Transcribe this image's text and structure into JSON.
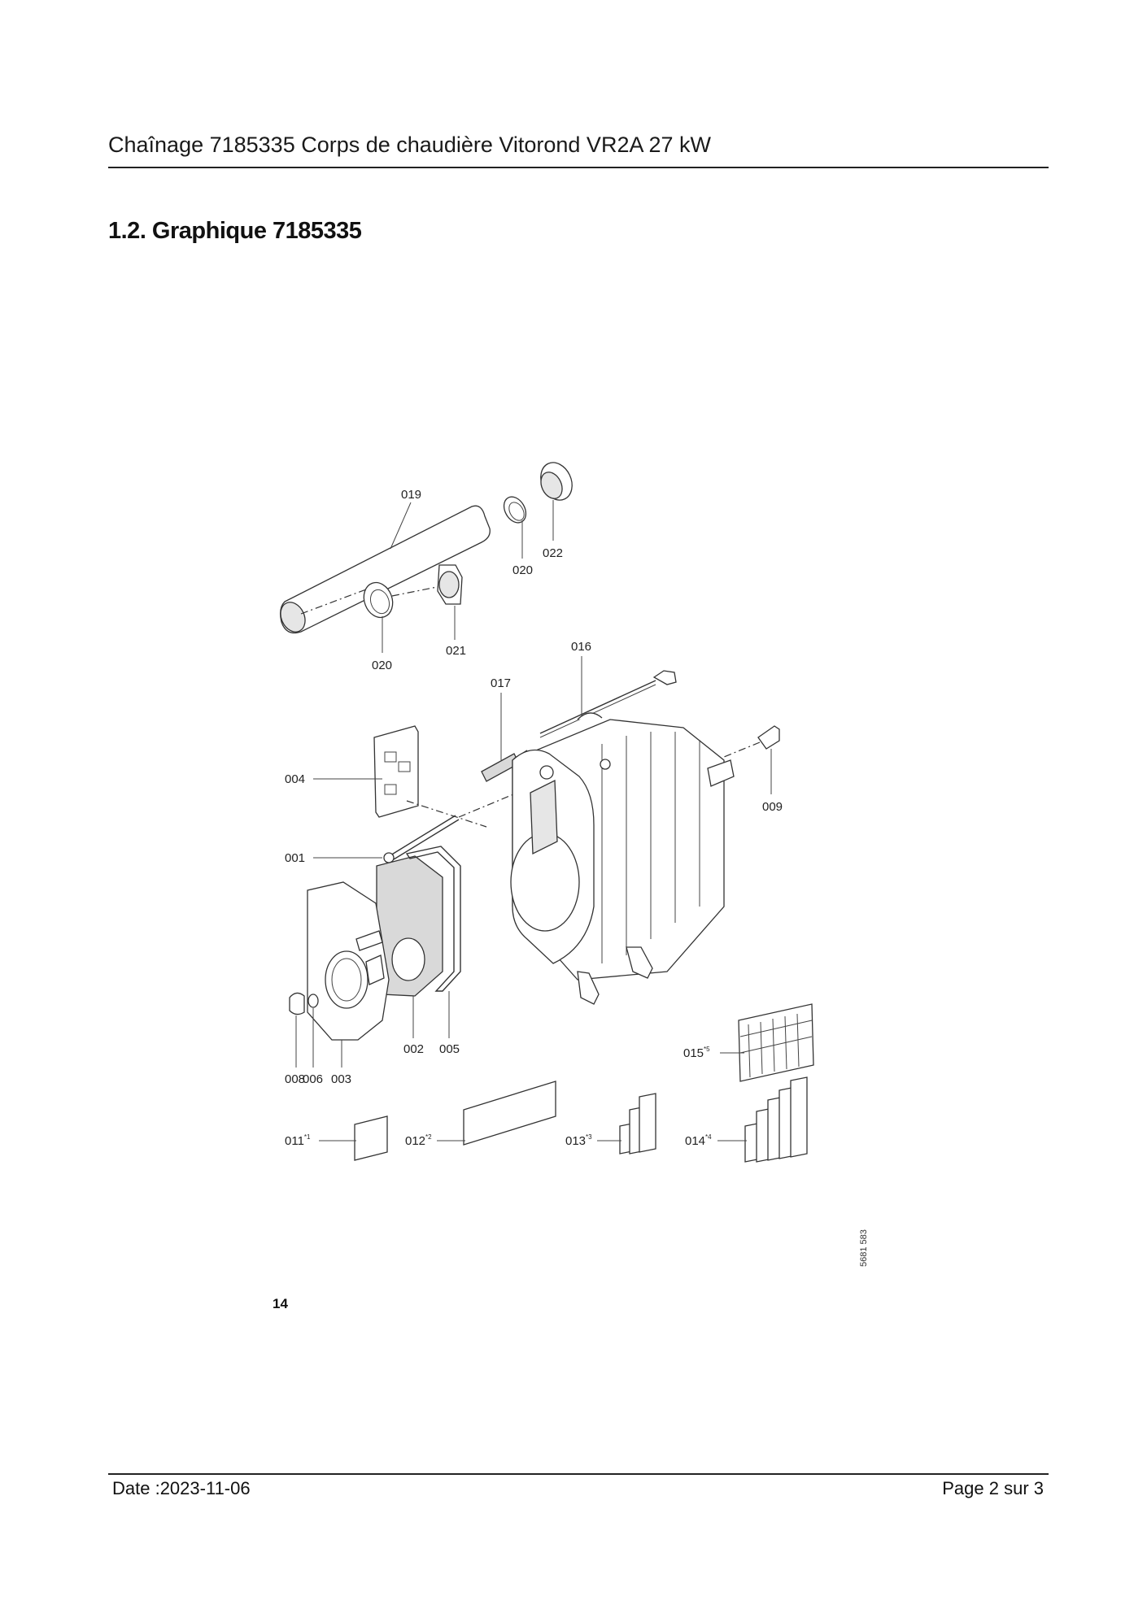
{
  "document": {
    "header_title": "Chaînage 7185335 Corps de chaudière Vitorond VR2A 27 kW",
    "section_title": "1.2. Graphique 7185335",
    "page_number": "14",
    "figure_code": "5681 583"
  },
  "figure": {
    "labels": {
      "p019": "019",
      "p020a": "020",
      "p022": "022",
      "p020b": "020",
      "p021": "021",
      "p016": "016",
      "p017": "017",
      "p004": "004",
      "p009": "009",
      "p001": "001",
      "p002": "002",
      "p005": "005",
      "p015": "015",
      "p015_sup": "*5",
      "p008": "008",
      "p006": "006",
      "p003": "003",
      "p011": "011",
      "p011_sup": "*1",
      "p012": "012",
      "p012_sup": "*2",
      "p013": "013",
      "p013_sup": "*3",
      "p014": "014",
      "p014_sup": "*4"
    }
  },
  "footer": {
    "date": "Date :2023-11-06",
    "page": "Page 2 sur  3"
  }
}
